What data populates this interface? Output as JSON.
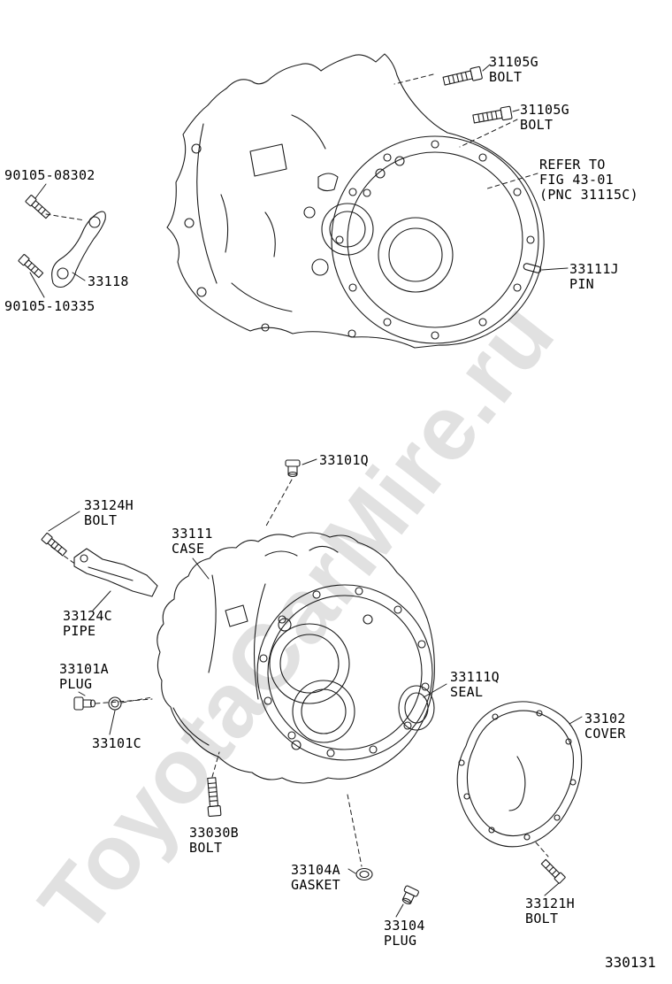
{
  "watermark": "ToyotaCarMire.ru",
  "figure_number": "330131",
  "labels": {
    "bolt_31105g_top": {
      "l1": "31105G",
      "l2": "BOLT"
    },
    "bolt_31105g_lower": {
      "l1": "31105G",
      "l2": "BOLT"
    },
    "refer_note": {
      "l1": "REFER TO",
      "l2": "FIG 43-01",
      "l3": "(PNC 31115C)"
    },
    "pin_33111j": {
      "l1": "33111J",
      "l2": "PIN"
    },
    "bolt_90105_08302": {
      "l1": "90105-08302"
    },
    "link_33118": {
      "l1": "33118"
    },
    "bolt_90105_10335": {
      "l1": "90105-10335"
    },
    "plug_33101q": {
      "l1": "33101Q"
    },
    "bolt_33124h": {
      "l1": "33124H",
      "l2": "BOLT"
    },
    "case_33111": {
      "l1": "33111",
      "l2": "CASE"
    },
    "pipe_33124c": {
      "l1": "33124C",
      "l2": "PIPE"
    },
    "plug_33101a": {
      "l1": "33101A",
      "l2": "PLUG"
    },
    "oring_33101c": {
      "l1": "33101C"
    },
    "bolt_33030b": {
      "l1": "33030B",
      "l2": "BOLT"
    },
    "gasket_33104a": {
      "l1": "33104A",
      "l2": "GASKET"
    },
    "plug_33104": {
      "l1": "33104",
      "l2": "PLUG"
    },
    "seal_33111q": {
      "l1": "33111Q",
      "l2": "SEAL"
    },
    "cover_33102": {
      "l1": "33102",
      "l2": "COVER"
    },
    "bolt_33121h": {
      "l1": "33121H",
      "l2": "BOLT"
    }
  }
}
